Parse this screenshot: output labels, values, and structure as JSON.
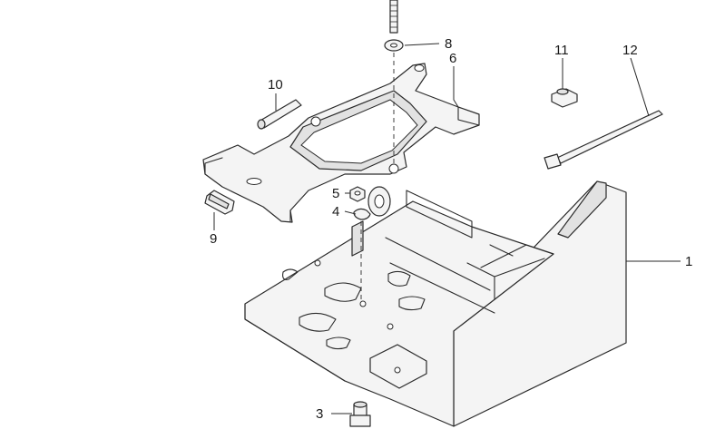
{
  "callouts": [
    {
      "id": "c1",
      "label": "1"
    },
    {
      "id": "c3",
      "label": "3"
    },
    {
      "id": "c4",
      "label": "4"
    },
    {
      "id": "c5",
      "label": "5"
    },
    {
      "id": "c6",
      "label": "6"
    },
    {
      "id": "c8",
      "label": "8"
    },
    {
      "id": "c9",
      "label": "9"
    },
    {
      "id": "c10",
      "label": "10"
    },
    {
      "id": "c11",
      "label": "11"
    },
    {
      "id": "c12",
      "label": "12"
    }
  ]
}
